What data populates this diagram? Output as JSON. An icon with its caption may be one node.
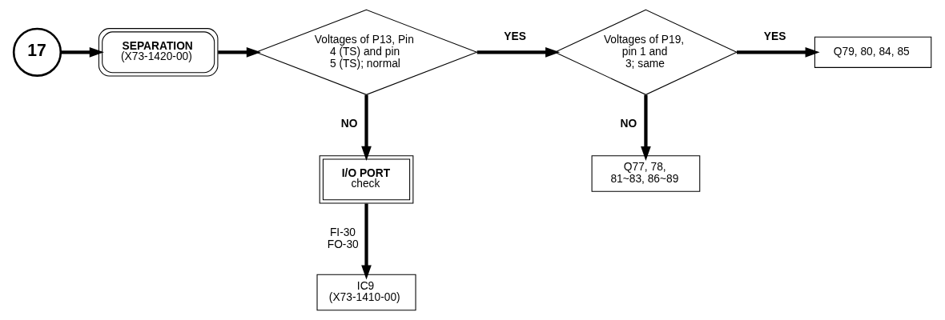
{
  "diagram": {
    "nodes": [
      {
        "text": [
          "17"
        ]
      },
      {
        "text": [
          "SEPARATION",
          "(X73-1420-00)"
        ]
      },
      {
        "text": [
          "Voltages of P13, Pin 4 (TS) and pin 5 (TS); normal"
        ]
      },
      {
        "text": [
          "Voltages of P19, pin 1 and 3; same"
        ]
      },
      {
        "text": [
          "Q79, 80, 84, 85"
        ]
      },
      {
        "text": [
          "I/O PORT",
          "check"
        ]
      },
      {
        "text": [
          "Q77, 78, 81~83, 86~89"
        ]
      },
      {
        "text": [
          "IC9",
          "(X73-1410-00)"
        ]
      }
    ],
    "edges": [
      {
        "from": 0,
        "to": 1,
        "arrow": "to"
      },
      {
        "from": 1,
        "to": 2,
        "arrow": "to"
      },
      {
        "from": 2,
        "to": 3,
        "label": "YES",
        "arrow": "to"
      },
      {
        "from": 3,
        "to": 4,
        "label": "YES",
        "arrow": "to"
      },
      {
        "from": 2,
        "to": 5,
        "label": "NO",
        "arrow": "to"
      },
      {
        "from": 3,
        "to": 6,
        "label": "NO",
        "arrow": "to"
      },
      {
        "from": 5,
        "to": 7,
        "label": "FI-30 FO-30",
        "arrow": "to"
      }
    ]
  }
}
